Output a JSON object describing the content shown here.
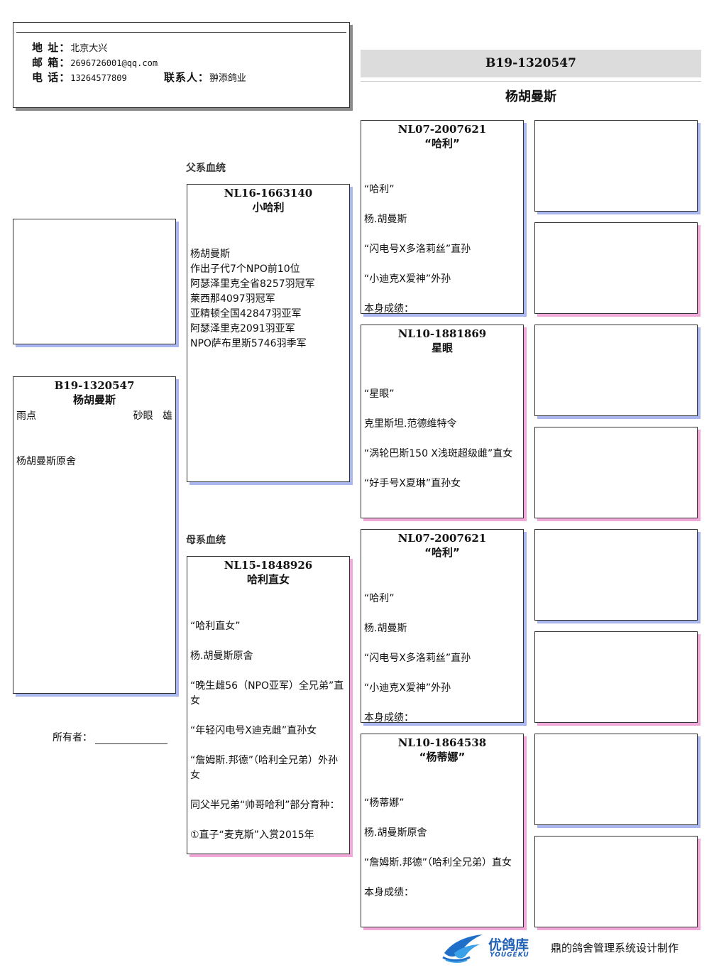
{
  "contact": {
    "address_label": "地 址：",
    "address": "北京大兴",
    "email_label": "邮 箱：",
    "email": "2696726001@qq.com",
    "phone_label": "电 话：",
    "phone": "13264577809",
    "contact_label": "联系人：",
    "contact_name": "翀添鸽业"
  },
  "header": {
    "ring": "B19-1320547",
    "name": "杨胡曼斯"
  },
  "labels": {
    "paternal": "父系血统",
    "maternal": "母系血统",
    "owner": "所有者："
  },
  "subject": {
    "ring": "B19-1320547",
    "name": "杨胡曼斯",
    "color": "雨点",
    "eye": "砂眼",
    "sex": "雄",
    "loft": "杨胡曼斯原舍"
  },
  "sire": {
    "ring": "NL16-1663140",
    "name": "小哈利",
    "lines": [
      "杨胡曼斯",
      "作出子代7个NPO前10位",
      "阿瑟泽里克全省8257羽冠军",
      "莱西那4097羽冠军",
      "亚精顿全国42847羽亚军",
      "阿瑟泽里克2091羽亚军",
      "NPO萨布里斯5746羽季军"
    ]
  },
  "dam": {
    "ring": "NL15-1848926",
    "name": "哈利直女",
    "lines": [
      "“哈利直女”",
      "杨.胡曼斯原舍",
      "“晚生雌56（NPO亚军）全兄弟”直女",
      "“年轻闪电号X迪克雌”直孙女",
      "“詹姆斯.邦德”（哈利全兄弟）外孙女",
      "同父半兄弟“帅哥哈利”部分育种：",
      "①直子“麦克斯”入赏2015年"
    ]
  },
  "sire_sire": {
    "ring": "NL07-2007621",
    "name": "“哈利”",
    "lines": [
      "“哈利”",
      "杨.胡曼斯",
      "“闪电号X多洛莉丝”直孙",
      "“小迪克X爱神”外孙",
      "本身成绩："
    ]
  },
  "sire_dam": {
    "ring": "NL10-1881869",
    "name": "星眼",
    "lines": [
      "“星眼”",
      "克里斯坦.范德维特令",
      "“涡轮巴斯150 X浅斑超级雌”直女",
      "“好手号X夏琳”直孙女"
    ]
  },
  "dam_sire": {
    "ring": "NL07-2007621",
    "name": "“哈利”",
    "lines": [
      "“哈利”",
      "杨.胡曼斯",
      "“闪电号X多洛莉丝”直孙",
      "“小迪克X爱神”外孙",
      "本身成绩："
    ]
  },
  "dam_dam": {
    "ring": "NL10-1864538",
    "name": "“杨蒂娜”",
    "lines": [
      "“杨蒂娜”",
      "杨.胡曼斯原舍",
      "“詹姆斯.邦德”（哈利全兄弟）直女",
      "本身成绩："
    ]
  },
  "footer": {
    "logo_cn": "优鸽库",
    "logo_en": "YOUGEKU",
    "credit": "鼎的鸽舍管理系统设计制作"
  }
}
